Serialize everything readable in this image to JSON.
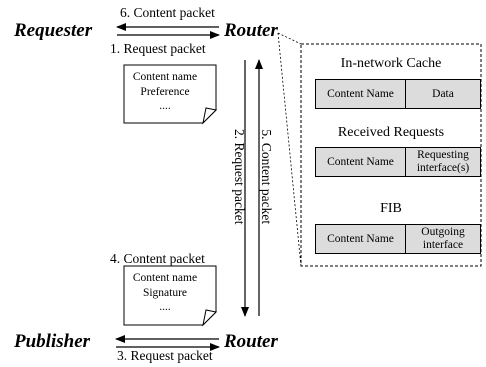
{
  "nodes": {
    "requester": "Requester",
    "router_top": "Router",
    "publisher": "Publisher",
    "router_bottom": "Router"
  },
  "edges": {
    "e1": "1. Request packet",
    "e2": "2. Request packet",
    "e3": "3. Request packet",
    "e4": "4. Content packet",
    "e5": "5. Content packet",
    "e6": "6. Content packet"
  },
  "request_note": [
    "Content name",
    "Preference",
    "...."
  ],
  "content_note": [
    "Content name",
    "Signature",
    "...."
  ],
  "router_tables": {
    "cache": {
      "title": "In-network Cache",
      "col1": "Content Name",
      "col2": "Data"
    },
    "received": {
      "title": "Received Requests",
      "col1": "Content Name",
      "col2": "Requesting interface(s)"
    },
    "fib": {
      "title": "FIB",
      "col1": "Content Name",
      "col2": "Outgoing interface"
    }
  }
}
